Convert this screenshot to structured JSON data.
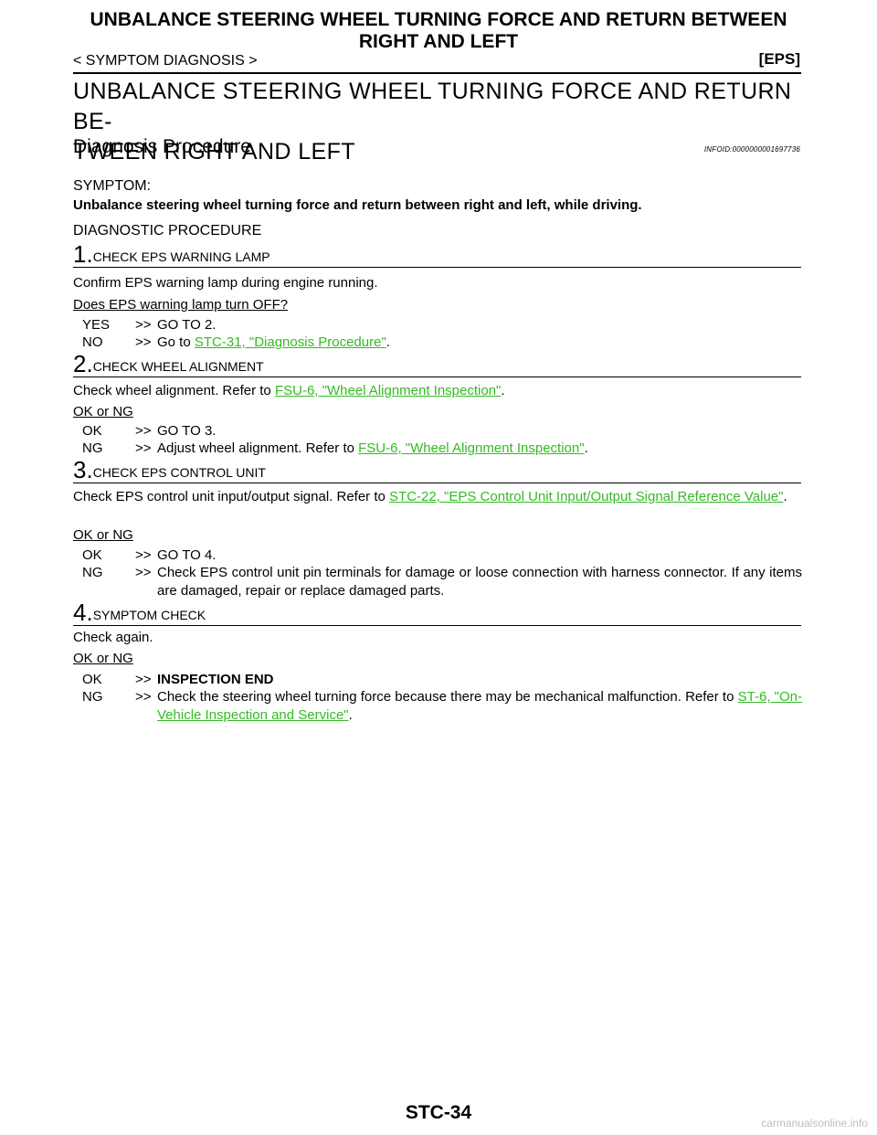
{
  "header": {
    "title_line1": "UNBALANCE STEERING WHEEL TURNING FORCE AND RETURN BETWEEN",
    "title_line2": "RIGHT AND LEFT",
    "breadcrumb": "< SYMPTOM DIAGNOSIS >",
    "section": "[EPS]"
  },
  "main": {
    "title_line1": "UNBALANCE STEERING WHEEL TURNING FORCE AND RETURN BE-",
    "title_line2": "TWEEN RIGHT AND LEFT",
    "subtitle": "Diagnosis Procedure",
    "infoid": "INFOID:0000000001697736",
    "symptom_label": "SYMPTOM:",
    "symptom_text": "Unbalance steering wheel turning force and return between right and left, while driving.",
    "procedure_label": "DIAGNOSTIC PROCEDURE"
  },
  "steps": [
    {
      "num": "1.",
      "title": "CHECK EPS WARNING LAMP",
      "body": "Confirm EPS warning lamp during engine running.",
      "question": "Does EPS warning lamp turn OFF?",
      "options": [
        {
          "key": "YES",
          "arrow": ">>",
          "text": "GO TO 2."
        },
        {
          "key": "NO",
          "arrow": ">>",
          "text": "Go to ",
          "link": "STC-31, \"Diagnosis Procedure\"",
          "after": "."
        }
      ]
    },
    {
      "num": "2.",
      "title": "CHECK WHEEL ALIGNMENT",
      "body": "Check wheel alignment. Refer to ",
      "body_link": "FSU-6, \"Wheel Alignment Inspection\"",
      "body_after": ".",
      "question": "OK or NG",
      "options": [
        {
          "key": "OK",
          "arrow": ">>",
          "text": "GO TO 3."
        },
        {
          "key": "NG",
          "arrow": ">>",
          "text": "Adjust wheel alignment. Refer to ",
          "link": "FSU-6, \"Wheel Alignment Inspection\"",
          "after": "."
        }
      ]
    },
    {
      "num": "3.",
      "title": "CHECK EPS CONTROL UNIT",
      "body": "Check EPS control unit input/output signal. Refer to ",
      "body_link": "STC-22, \"EPS Control Unit Input/Output Signal Reference Value\"",
      "body_after": ".",
      "question": "OK or NG",
      "options": [
        {
          "key": "OK",
          "arrow": ">>",
          "text": "GO TO 4."
        },
        {
          "key": "NG",
          "arrow": ">>",
          "text": "Check EPS control unit pin terminals for damage or loose connection with harness connector. If any items are damaged, repair or replace damaged parts."
        }
      ]
    },
    {
      "num": "4.",
      "title": "SYMPTOM CHECK",
      "body": "Check again.",
      "question": "OK or NG",
      "options": [
        {
          "key": "OK",
          "arrow": ">>",
          "text": "INSPECTION END"
        },
        {
          "key": "NG",
          "arrow": ">>",
          "text": "Check the steering wheel turning force because there may be mechanical malfunction. Refer to ",
          "link": "ST-6, \"On-Vehicle Inspection and Service\"",
          "after": "."
        }
      ]
    }
  ],
  "footer": {
    "page_number": "STC-34",
    "watermark": "carmanualsonline.info"
  },
  "colors": {
    "link": "#33bb22",
    "watermark": "#bdbdbd"
  }
}
